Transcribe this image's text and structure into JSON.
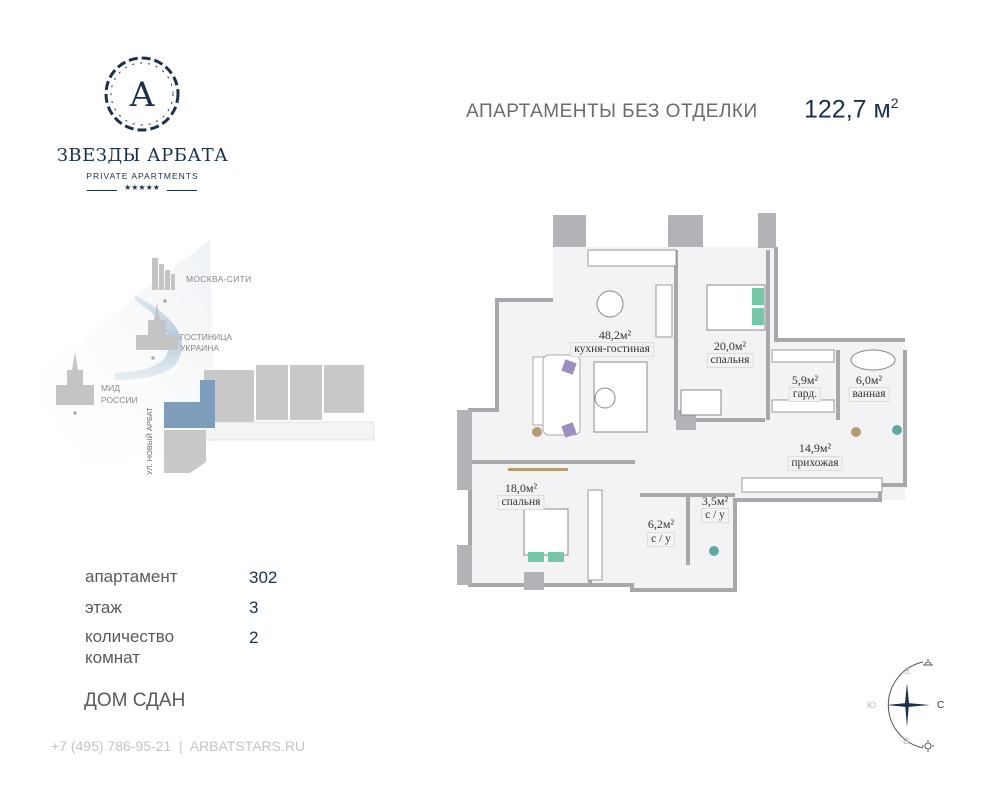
{
  "logo": {
    "title": "ЗВЕЗДЫ АРБАТА",
    "subtitle": "PRIVATE APARTMENTS",
    "monogram": "A",
    "stars": "★★★★★"
  },
  "header": {
    "type": "АПАРТАМЕНТЫ БЕЗ ОТДЕЛКИ",
    "area": "122,7 м",
    "area_sup": "2"
  },
  "location_map": {
    "landmarks": [
      "МОСКВА-СИТИ",
      "ГОСТИНИЦА",
      "УКРАИНА",
      "МИД",
      "РОССИИ"
    ],
    "street": "УЛ. НОВЫЙ АРБАТ",
    "highlight_color": "#7d9dba"
  },
  "info": {
    "apartment_label": "апартамент",
    "apartment_value": "302",
    "floor_label": "этаж",
    "floor_value": "3",
    "rooms_label_1": "количество",
    "rooms_label_2": "комнат",
    "rooms_value": "2"
  },
  "status": "ДОМ СДАН",
  "contacts": {
    "phone": "+7 (495) 786-95-21",
    "separator": "|",
    "site": "ARBATSTARS.RU"
  },
  "rooms": [
    {
      "area": "48,2м²",
      "name": "кухня-гостиная"
    },
    {
      "area": "20,0м²",
      "name": "спальня"
    },
    {
      "area": "5,9м²",
      "name": "гард."
    },
    {
      "area": "6,0м²",
      "name": "ванная"
    },
    {
      "area": "14,9м²",
      "name": "прихожая"
    },
    {
      "area": "18,0м²",
      "name": "спальня"
    },
    {
      "area": "3,5м²",
      "name": "с / у"
    },
    {
      "area": "6,2м²",
      "name": "с / у"
    }
  ],
  "compass": {
    "w": "З",
    "s": "Ю",
    "e": "В",
    "n": "С"
  }
}
